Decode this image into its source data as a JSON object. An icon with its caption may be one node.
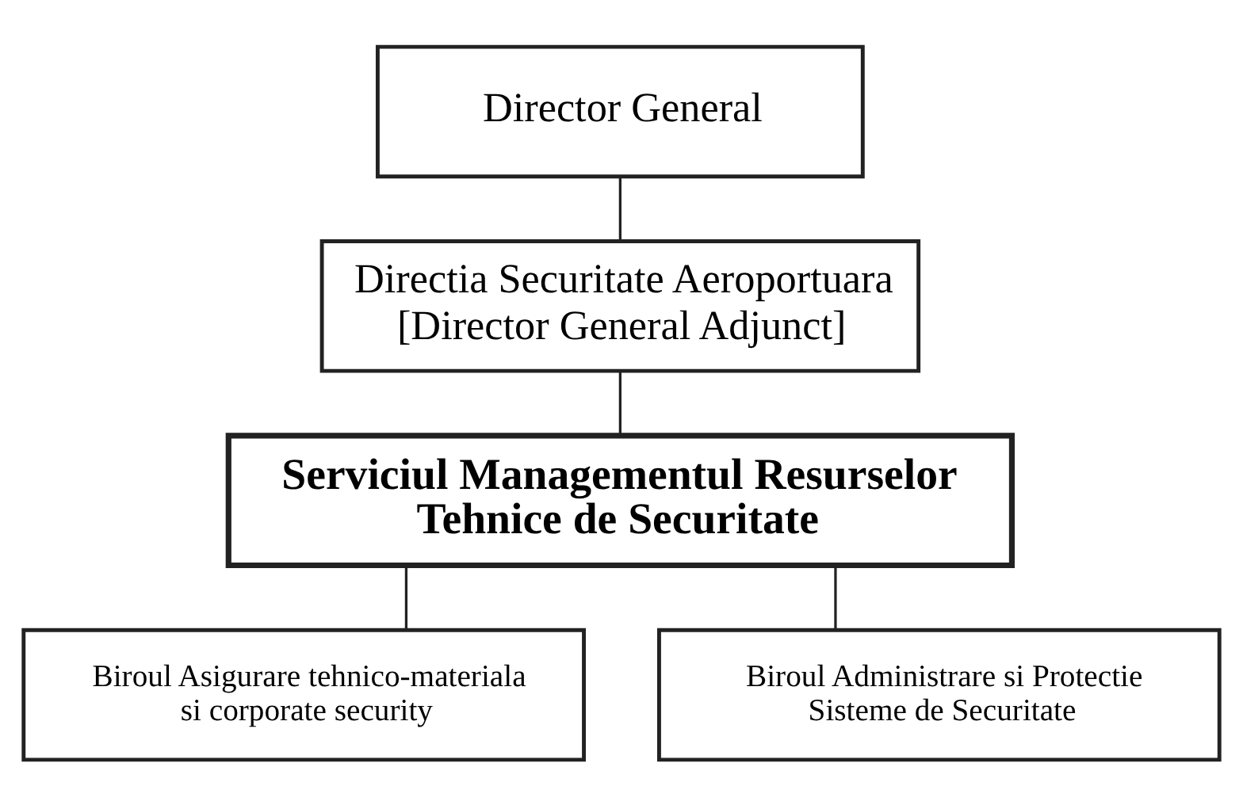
{
  "diagram": {
    "nodes": [
      {
        "text": [
          "Director General"
        ]
      },
      {
        "text": [
          "Directia Securitate Aeroportuara [Director General Adjunct]"
        ]
      },
      {
        "text": [
          "Serviciul Managementul Resurselor Tehnice de Securitate"
        ]
      },
      {
        "text": [
          "Biroul Asigurare tehnico-materiala si corporate security"
        ]
      },
      {
        "text": [
          "Biroul Administrare si Protectie Sisteme de Securitate"
        ]
      }
    ],
    "edges": [
      {
        "from": 0,
        "to": 1,
        "arrow": "none"
      },
      {
        "from": 1,
        "to": 2,
        "arrow": "none"
      },
      {
        "from": 2,
        "to": 3,
        "arrow": "none"
      },
      {
        "from": 2,
        "to": 4,
        "arrow": "none"
      }
    ]
  }
}
